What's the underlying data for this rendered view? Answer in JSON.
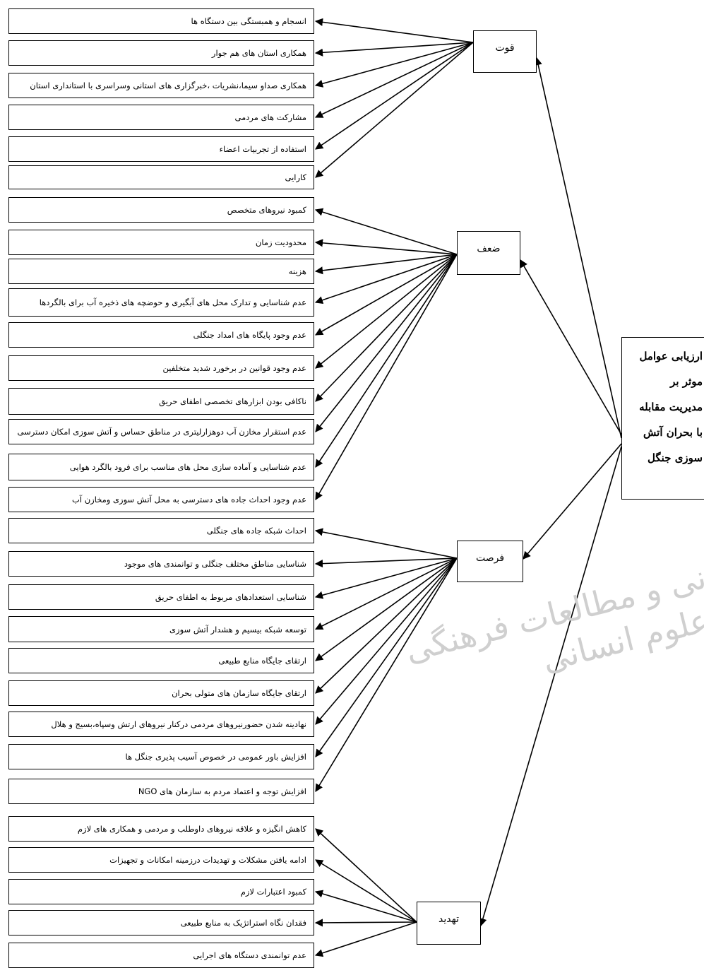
{
  "root": {
    "lines": [
      "ارزیابی عوامل",
      "موثر بر",
      "مدیریت مقابله",
      "با بحران آتش",
      "سوزی جنگل"
    ]
  },
  "categories": [
    {
      "label": "قوت",
      "items": [
        "انسجام و همبستگی بین دستگاه ها",
        "همکاری استان های هم جوار",
        "همکاری صداو سیما،نشریات ،خبرگزاری های استانی وسراسری با استانداری استان",
        "مشارکت های مردمی",
        "استفاده از تجربیات اعضاء",
        "کارایی"
      ]
    },
    {
      "label": "ضعف",
      "items": [
        "کمبود نیروهای متخصص",
        "محدودیت زمان",
        "هزینه",
        "عدم شناسایی و تدارک محل های آبگیری و حوضچه های ذخیره آب برای  بالگردها",
        "عدم وجود پایگاه های امداد جنگلی",
        "عدم وجود قوانین در برخورد شدید متخلفین",
        "ناکافی بودن ابزارهای تخصصی   اطفای حریق",
        "عدم استقرار مخازن آب دوهزارلیتری در مناطق حساس و آتش سوزی امکان دسترسی",
        "عدم شناسایی و آماده سازی محل های مناسب برای فرود بالگرد هوایی",
        "عدم وجود احداث جاده های دسترسی به محل آتش سوزی ومخازن آب"
      ]
    },
    {
      "label": "فرصت",
      "items": [
        "احداث شبکه جاده های جنگلی",
        "شناسایی مناطق مختلف جنگلی و توانمندی های موجود",
        "شناسایی استعدادهای مربوط به اطفای حریق",
        "توسعه شبکه بیسیم و هشدار آتش سوزی",
        "ارتقای جایگاه منابع طبیعی",
        "ارتقای جایگاه سازمان های متولی بحران",
        "نهادینه شدن حضورنیروهای مردمی درکنار نیروهای ارتش  وسپاه،بسیج و هلال",
        "افزایش باور عمومی در خصوص آسیب پذیری جنگل ها",
        "افزایش توجه و اعتماد مردم به سازمان های NGO"
      ]
    },
    {
      "label": "تهدید",
      "items": [
        "کاهش انگیزه و علاقه نیروهای داوطلب و مردمی و همکاری های لازم",
        "ادامه یافتن مشکلات و تهدیدات درزمینه امکانات و تجهیزات",
        "کمبود اعتبارات لازم",
        "فقدان نگاه  استراتژیک به منابع طبیعی",
        "عدم توانمندی دستگاه های اجرایی"
      ]
    }
  ],
  "watermark": {
    "line1": "پژوهشگاه علوم انسانی و مطالعات فرهنگی",
    "line2": "پرتال جامع علوم انسانی"
  }
}
